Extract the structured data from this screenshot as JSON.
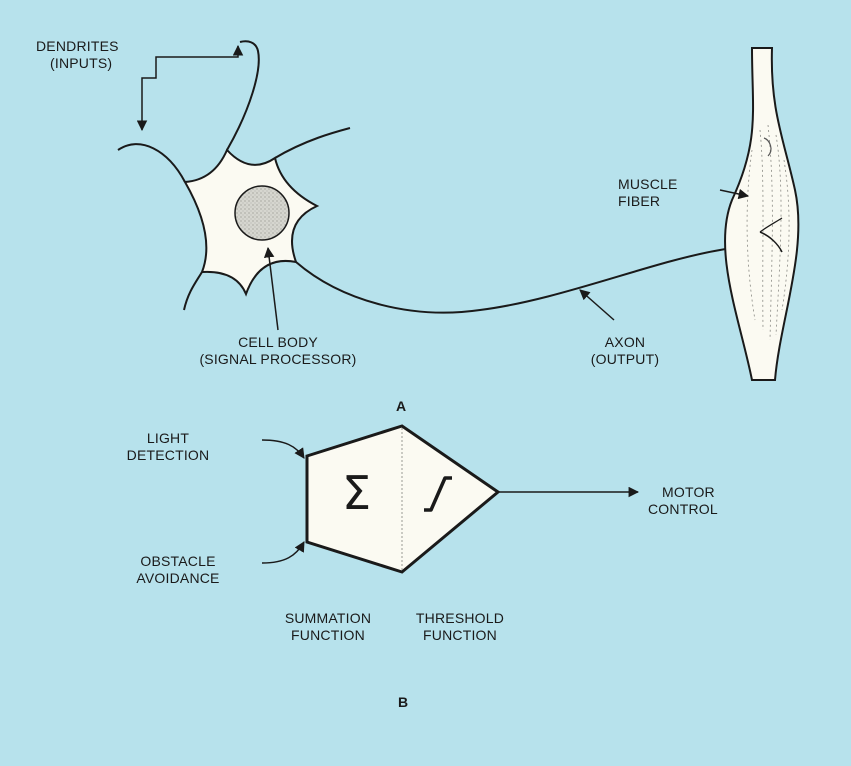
{
  "panel_a": {
    "label": "A",
    "dendrites": {
      "line1": "DENDRITES",
      "line2": "(INPUTS)"
    },
    "cell_body": {
      "line1": "CELL BODY",
      "line2": "(SIGNAL PROCESSOR)"
    },
    "axon": {
      "line1": "AXON",
      "line2": "(OUTPUT)"
    },
    "muscle_fiber": {
      "line1": "MUSCLE",
      "line2": "FIBER"
    }
  },
  "panel_b": {
    "label": "B",
    "input_top": {
      "line1": "LIGHT",
      "line2": "DETECTION"
    },
    "input_bottom": {
      "line1": "OBSTACLE",
      "line2": "AVOIDANCE"
    },
    "summation": {
      "symbol": "Σ",
      "line1": "SUMMATION",
      "line2": "FUNCTION"
    },
    "threshold": {
      "line1": "THRESHOLD",
      "line2": "FUNCTION"
    },
    "output": {
      "line1": "MOTOR",
      "line2": "CONTROL"
    }
  },
  "colors": {
    "background": "#b7e2ec",
    "cell_fill": "#fbfaf2",
    "nucleus_fill": "#cfcfc8",
    "ink": "#1a1a1a"
  }
}
